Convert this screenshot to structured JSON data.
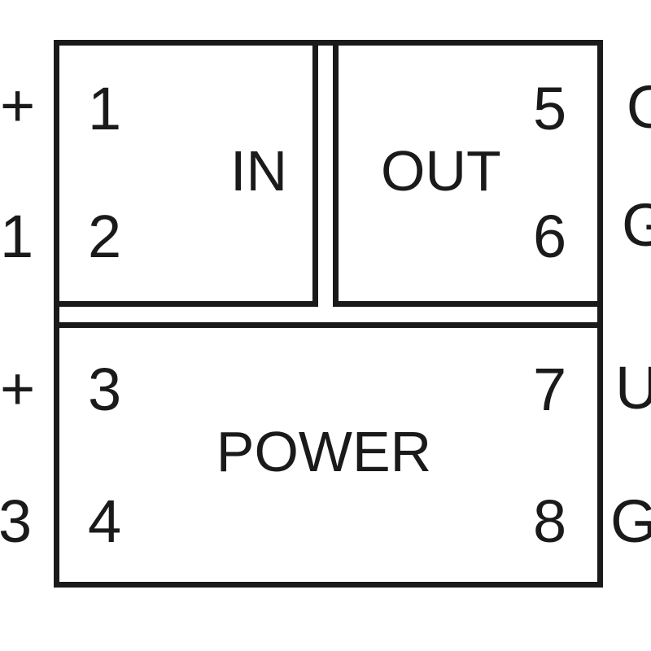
{
  "diagram": {
    "blocks": {
      "in": {
        "label": "IN"
      },
      "out": {
        "label": "OUT"
      },
      "power": {
        "label": "POWER"
      }
    },
    "terminals": {
      "t1": "1",
      "t2": "2",
      "t3": "3",
      "t4": "4",
      "t5": "5",
      "t6": "6",
      "t7": "7",
      "t8": "8"
    },
    "external_labels": {
      "left_row1": "+",
      "left_row2": "1",
      "left_row3": "+",
      "left_row4": "3",
      "right_row1": "O",
      "right_row2": "G",
      "right_row3": "U",
      "right_row4": "G"
    },
    "colors": {
      "line": "#1a1a1a",
      "background": "#ffffff"
    }
  }
}
